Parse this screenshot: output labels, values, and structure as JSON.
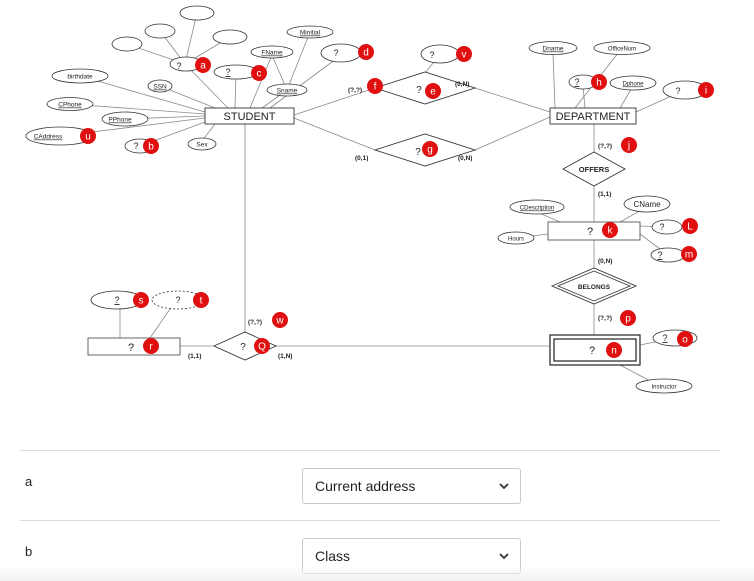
{
  "entities": {
    "student": "STUDENT",
    "department": "DEPARTMENT",
    "unknown_left": "?",
    "unknown_course": "?",
    "weak_unknown": "?"
  },
  "relationships": {
    "top_unknown": "?",
    "mid_unknown": "?",
    "offers": "OFFERS",
    "belongs": "BELONGS",
    "bottom_unknown": "?"
  },
  "attributes": {
    "birthdate": "birthdate",
    "cphone": "CPhone",
    "caddress": "CAddress",
    "pphone": "PPhone",
    "ssn": "SSN",
    "sex": "Sex",
    "fname": "FName",
    "sname": "Sname",
    "minitial": "Minitial",
    "dname": "Dname",
    "officenum": "OfficeNum",
    "dphone": "Dphone",
    "cdescription": "CDescription",
    "hours": "Hours",
    "cname": "CName",
    "instructor": "Instructor",
    "unknown": "?"
  },
  "cardinalities": {
    "f": "(?,?)",
    "e_right": "(0,N)",
    "g_left": "(0,1)",
    "g_right": "(0,N)",
    "j": "(?,?)",
    "k_top": "(1,1)",
    "k_bottom": "(0,N)",
    "p": "(?,?)",
    "w": "(?,?)",
    "r_right": "(1,1)",
    "q_right": "(1,N)"
  },
  "markers": [
    "a",
    "b",
    "c",
    "d",
    "e",
    "f",
    "g",
    "h",
    "i",
    "j",
    "k",
    "L",
    "m",
    "n",
    "o",
    "p",
    "Q",
    "r",
    "s",
    "t",
    "u",
    "v",
    "w"
  ],
  "questions": [
    {
      "label": "a",
      "selected": "Current address"
    },
    {
      "label": "b",
      "selected": "Class"
    }
  ],
  "colors": {
    "marker": "#e01010",
    "line": "#777777",
    "border": "#333333"
  }
}
